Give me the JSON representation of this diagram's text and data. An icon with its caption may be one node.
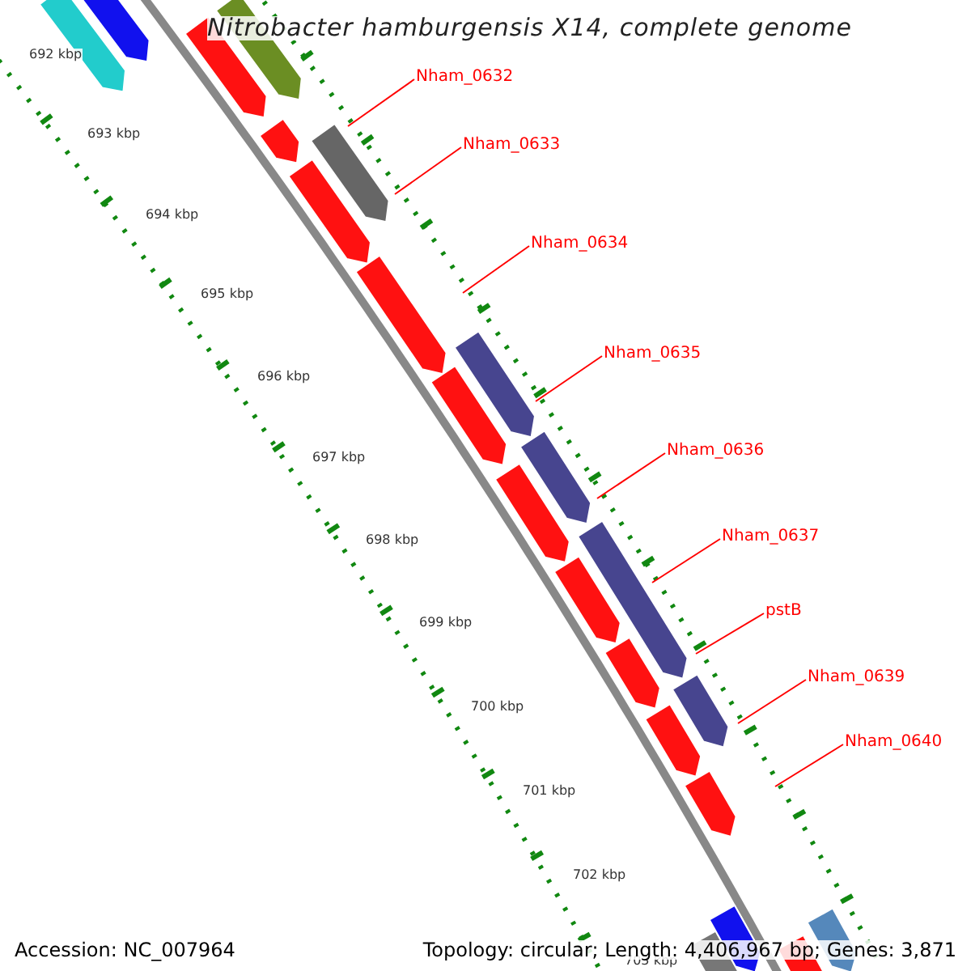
{
  "diagram": {
    "title": "Nitrobacter hamburgensis X14, complete genome",
    "nodes": [
      {
        "text": [
          "Nham_0632"
        ]
      },
      {
        "text": [
          "Nham_0633"
        ]
      },
      {
        "text": [
          "Nham_0634"
        ]
      },
      {
        "text": [
          "Nham_0635"
        ]
      },
      {
        "text": [
          "Nham_0636"
        ]
      },
      {
        "text": [
          "Nham_0637"
        ]
      },
      {
        "text": [
          "pstB"
        ]
      },
      {
        "text": [
          "Nham_0639"
        ]
      },
      {
        "text": [
          "Nham_0640"
        ]
      }
    ],
    "edges": [
      {
        "from": 0,
        "to": null,
        "arrow": "none"
      },
      {
        "from": 1,
        "to": null,
        "arrow": "none"
      },
      {
        "from": 2,
        "to": null,
        "arrow": "none"
      },
      {
        "from": 3,
        "to": null,
        "arrow": "none"
      },
      {
        "from": 4,
        "to": null,
        "arrow": "none"
      },
      {
        "from": 5,
        "to": null,
        "arrow": "none"
      },
      {
        "from": 6,
        "to": null,
        "arrow": "none"
      },
      {
        "from": 7,
        "to": null,
        "arrow": "none"
      },
      {
        "from": 8,
        "to": null,
        "arrow": "none"
      }
    ],
    "labels": [
      "692 kbp",
      "693 kbp",
      "694 kbp",
      "695 kbp",
      "696 kbp",
      "697 kbp",
      "698 kbp",
      "699 kbp",
      "700 kbp",
      "701 kbp",
      "702 kbp",
      "703 kbp",
      "Accession: NC_007964",
      "Topology: circular; Length: 4,406,967 bp; Genes: 3,871"
    ]
  }
}
